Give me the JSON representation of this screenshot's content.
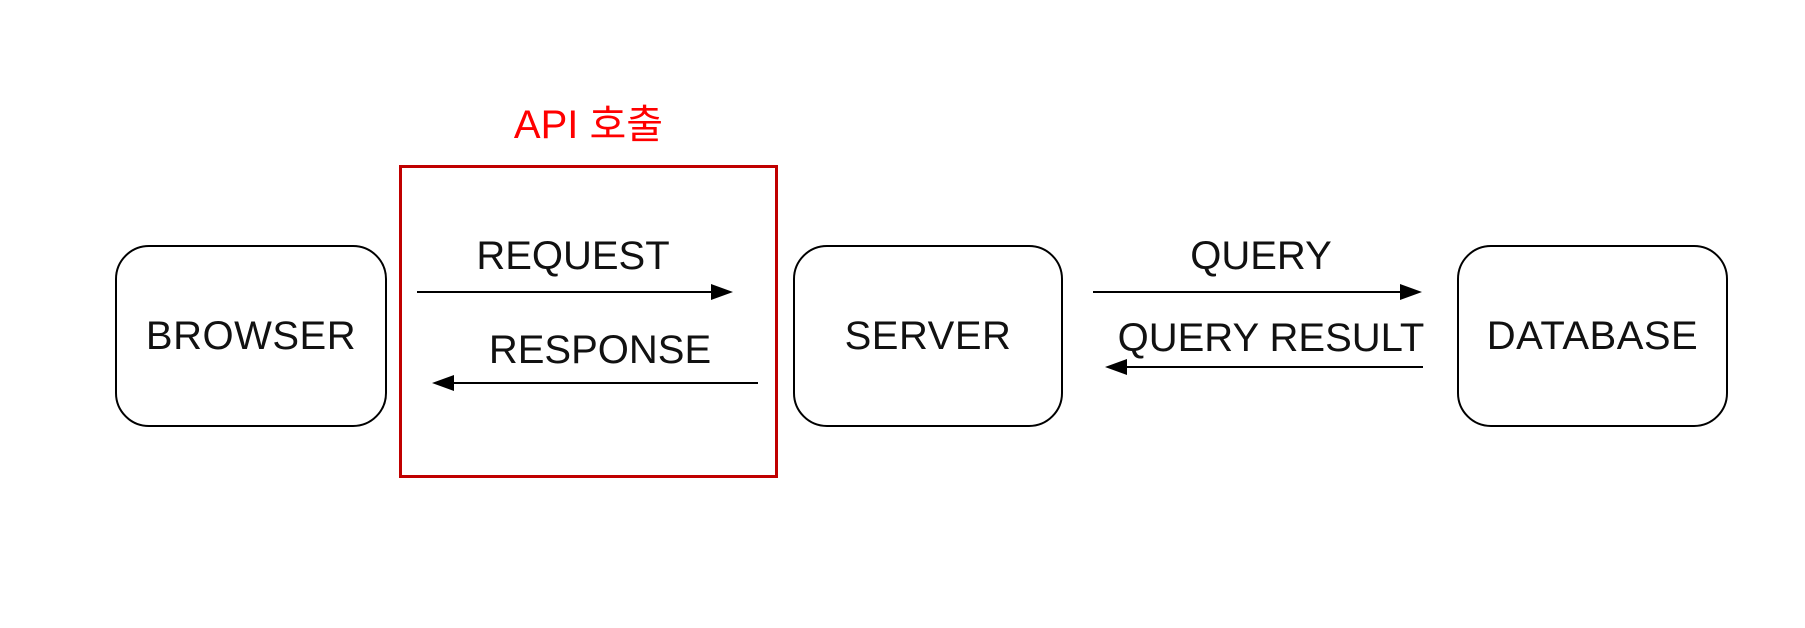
{
  "diagram": {
    "type": "flow-diagram",
    "background_color": "#ffffff",
    "annotation": {
      "label": "API 호출",
      "text_color": "#ff0000",
      "box_border_color": "#c00000"
    },
    "nodes": [
      {
        "id": "browser",
        "label": "BROWSER",
        "shape": "rounded-rectangle",
        "border_color": "#000000"
      },
      {
        "id": "server",
        "label": "SERVER",
        "shape": "rounded-rectangle",
        "border_color": "#000000"
      },
      {
        "id": "database",
        "label": "DATABASE",
        "shape": "rounded-rectangle",
        "border_color": "#000000"
      }
    ],
    "flows": [
      {
        "from": "browser",
        "to": "server",
        "label": "REQUEST",
        "direction": "right",
        "arrow_color": "#000000"
      },
      {
        "from": "server",
        "to": "browser",
        "label": "RESPONSE",
        "direction": "left",
        "arrow_color": "#000000"
      },
      {
        "from": "server",
        "to": "database",
        "label": "QUERY",
        "direction": "right",
        "arrow_color": "#000000"
      },
      {
        "from": "database",
        "to": "server",
        "label": "QUERY RESULT",
        "direction": "left",
        "arrow_color": "#000000"
      }
    ]
  }
}
